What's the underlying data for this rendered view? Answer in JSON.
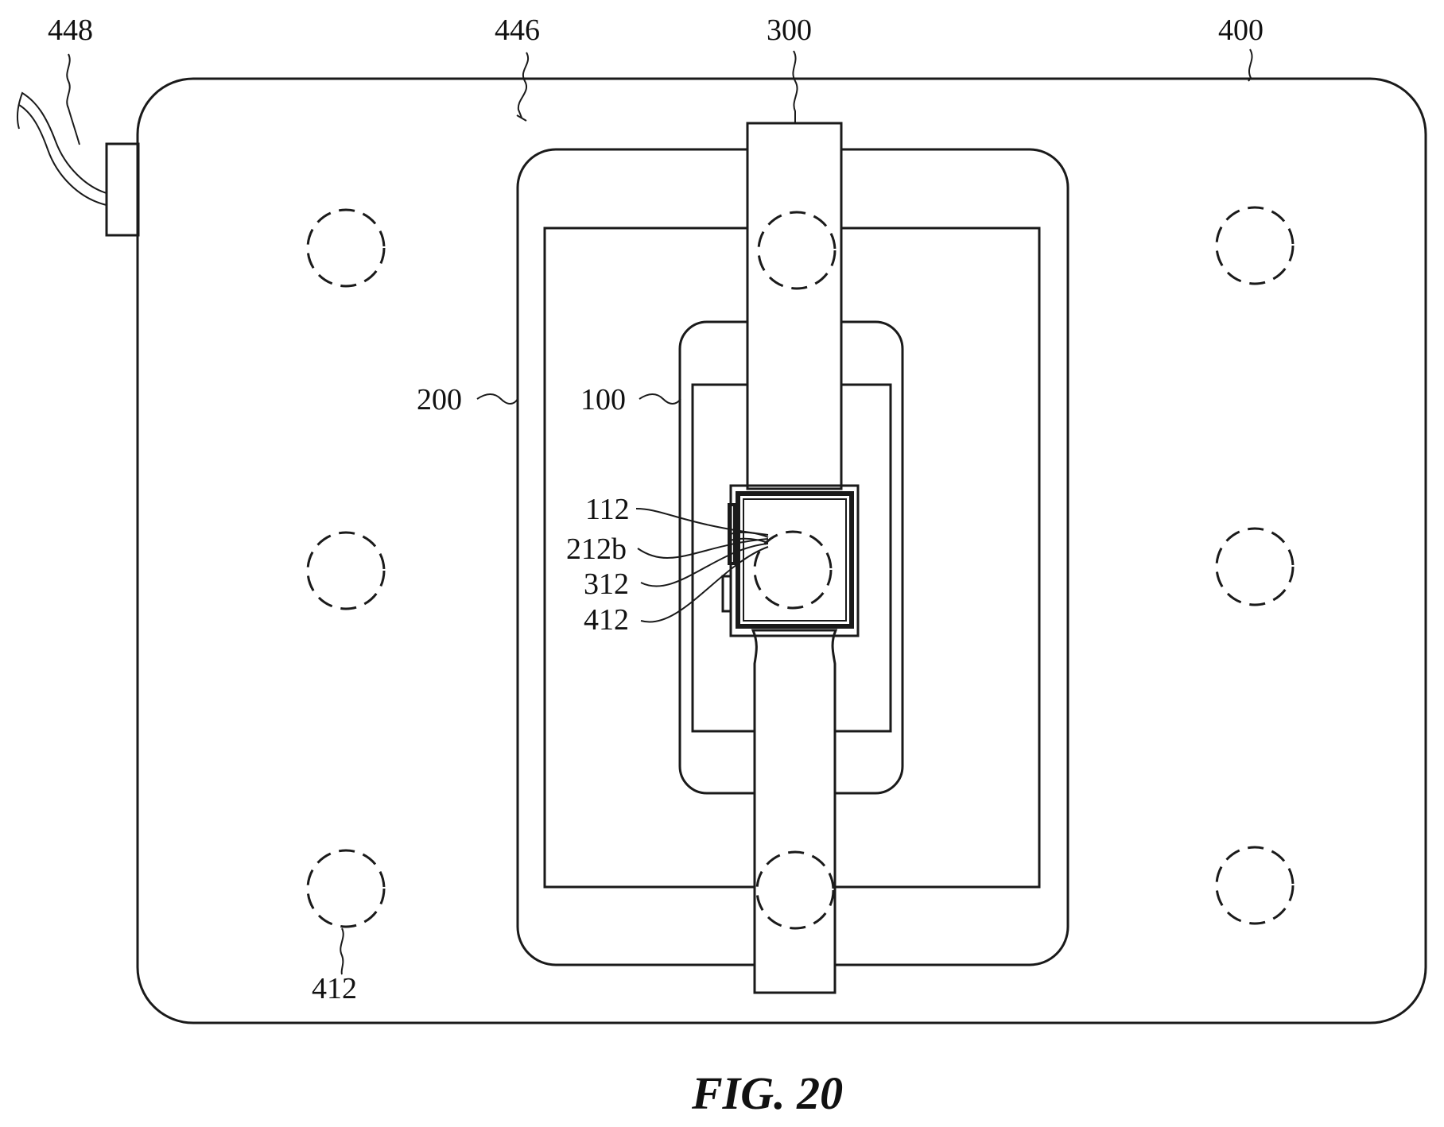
{
  "labels": {
    "charging_mat": "400",
    "mat_surface": "446",
    "cable": "448",
    "watch": "300",
    "tablet": "200",
    "phone": "100",
    "coil_112": "112",
    "coil_212b": "212b",
    "coil_312": "312",
    "coil_412_center": "412",
    "coil_412_corner": "412"
  },
  "caption": "FIG. 20"
}
